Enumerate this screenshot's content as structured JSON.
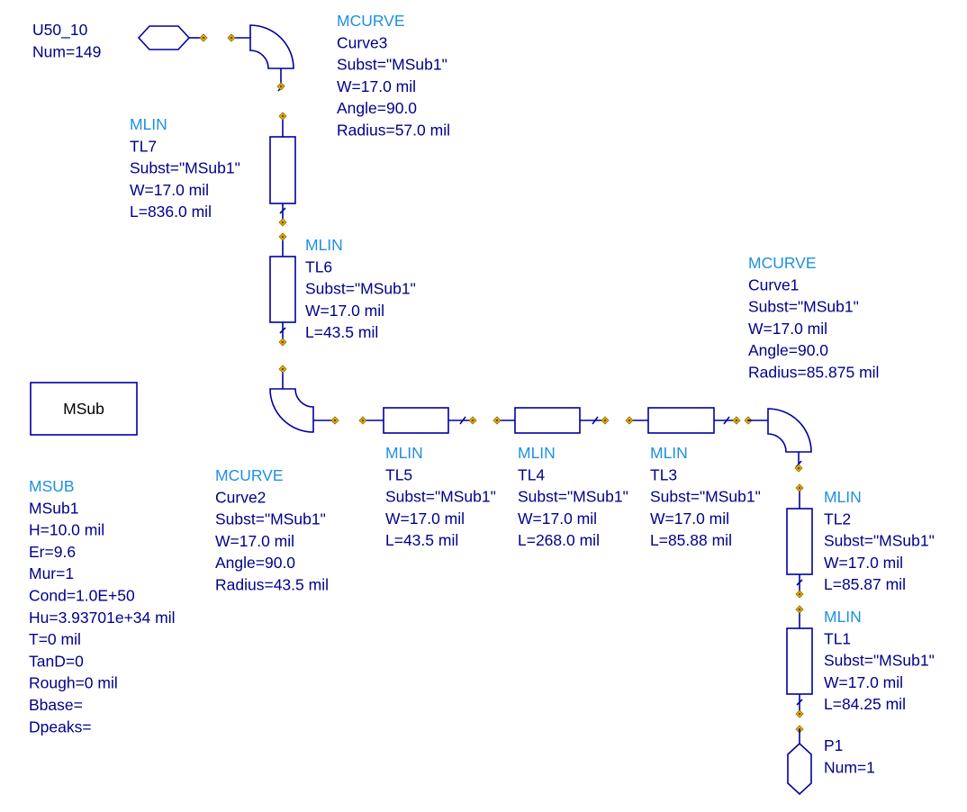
{
  "colors": {
    "wire": "#0000a0",
    "type_label": "#1e90e0",
    "param_label": "#00008b",
    "pin": "#f0b400"
  },
  "components": {
    "u50_10": {
      "lines": [
        "U50_10",
        "Num=149"
      ]
    },
    "curve3": {
      "type": "MCURVE",
      "lines": [
        "Curve3",
        "Subst=\"MSub1\"",
        "W=17.0 mil",
        "Angle=90.0",
        "Radius=57.0 mil"
      ]
    },
    "tl7": {
      "type": "MLIN",
      "lines": [
        "TL7",
        "Subst=\"MSub1\"",
        "W=17.0 mil",
        "L=836.0 mil"
      ]
    },
    "tl6": {
      "type": "MLIN",
      "lines": [
        "TL6",
        "Subst=\"MSub1\"",
        "W=17.0 mil",
        "L=43.5 mil"
      ]
    },
    "curve1": {
      "type": "MCURVE",
      "lines": [
        "Curve1",
        "Subst=\"MSub1\"",
        "W=17.0 mil",
        "Angle=90.0",
        "Radius=85.875 mil"
      ]
    },
    "msub_box": {
      "text": "MSub"
    },
    "msub1": {
      "type": "MSUB",
      "lines": [
        "MSub1",
        "H=10.0 mil",
        "Er=9.6",
        "Mur=1",
        "Cond=1.0E+50",
        "Hu=3.93701e+34 mil",
        "T=0 mil",
        "TanD=0",
        "Rough=0 mil",
        "Bbase=",
        "Dpeaks="
      ]
    },
    "curve2": {
      "type": "MCURVE",
      "lines": [
        "Curve2",
        "Subst=\"MSub1\"",
        "W=17.0 mil",
        "Angle=90.0",
        "Radius=43.5 mil"
      ]
    },
    "tl5": {
      "type": "MLIN",
      "lines": [
        "TL5",
        "Subst=\"MSub1\"",
        "W=17.0 mil",
        "L=43.5 mil"
      ]
    },
    "tl4": {
      "type": "MLIN",
      "lines": [
        "TL4",
        "Subst=\"MSub1\"",
        "W=17.0 mil",
        "L=268.0 mil"
      ]
    },
    "tl3": {
      "type": "MLIN",
      "lines": [
        "TL3",
        "Subst=\"MSub1\"",
        "W=17.0 mil",
        "L=85.88 mil"
      ]
    },
    "tl2": {
      "type": "MLIN",
      "lines": [
        "TL2",
        "Subst=\"MSub1\"",
        "W=17.0 mil",
        "L=85.87 mil"
      ]
    },
    "tl1": {
      "type": "MLIN",
      "lines": [
        "TL1",
        "Subst=\"MSub1\"",
        "W=17.0 mil",
        "L=84.25 mil"
      ]
    },
    "p1": {
      "lines": [
        "P1",
        "Num=1"
      ]
    }
  }
}
